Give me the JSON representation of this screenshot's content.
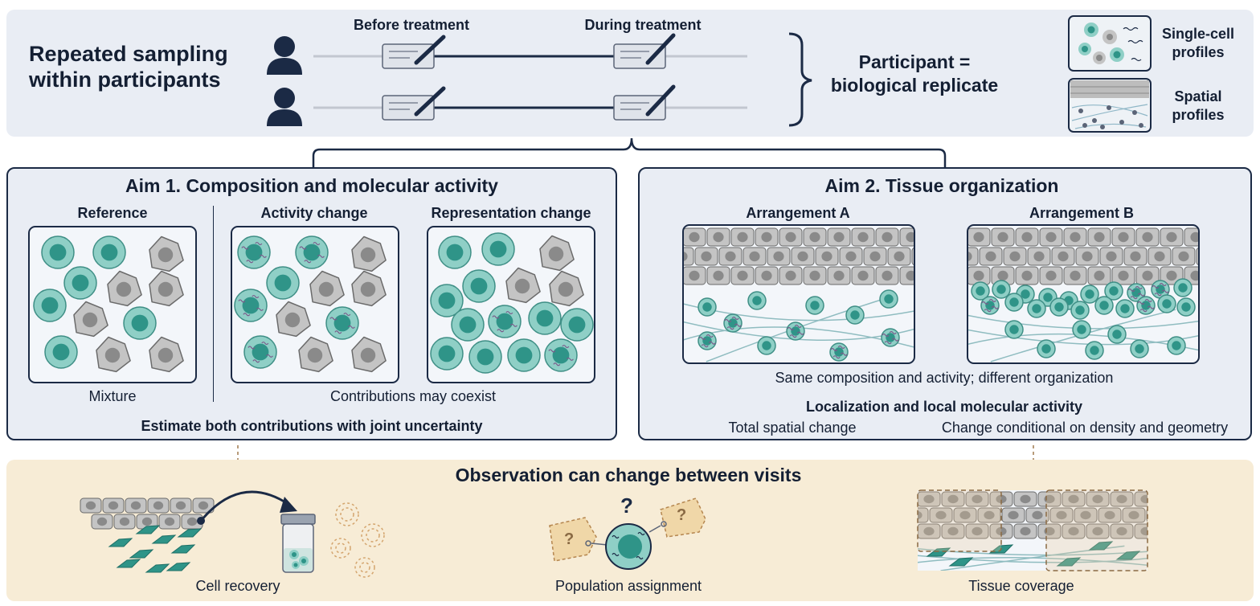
{
  "top": {
    "title_line1": "Repeated sampling",
    "title_line2": "within participants",
    "before_label": "Before treatment",
    "during_label": "During treatment",
    "replicate_line1": "Participant =",
    "replicate_line2": "biological replicate",
    "legend_single_line1": "Single-cell",
    "legend_single_line2": "profiles",
    "legend_spatial_line1": "Spatial",
    "legend_spatial_line2": "profiles"
  },
  "aim1": {
    "title": "Aim 1. Composition and molecular activity",
    "reference_label": "Reference",
    "activity_label": "Activity change",
    "representation_label": "Representation change",
    "mixture_label": "Mixture",
    "coexist_label": "Contributions may coexist",
    "estimate_label": "Estimate both contributions with joint uncertainty"
  },
  "aim2": {
    "title": "Aim 2. Tissue organization",
    "arrangement_a_label": "Arrangement A",
    "arrangement_b_label": "Arrangement B",
    "same_label": "Same composition and activity; different organization",
    "localization_label": "Localization and local molecular activity",
    "total_label": "Total spatial change",
    "conditional_label": "Change conditional on density and geometry"
  },
  "bottom": {
    "title": "Observation can change between visits",
    "cell_recovery_label": "Cell recovery",
    "population_label": "Population assignment",
    "tissue_label": "Tissue coverage",
    "question_mark": "?"
  },
  "colors": {
    "teal": "#2f9488",
    "teal_light": "#8fcfc6",
    "grey_cell": "#c4c4c4",
    "navy": "#1b2a45",
    "panel_bg": "#e9edf4",
    "bottom_bg": "#f7ecd6"
  }
}
